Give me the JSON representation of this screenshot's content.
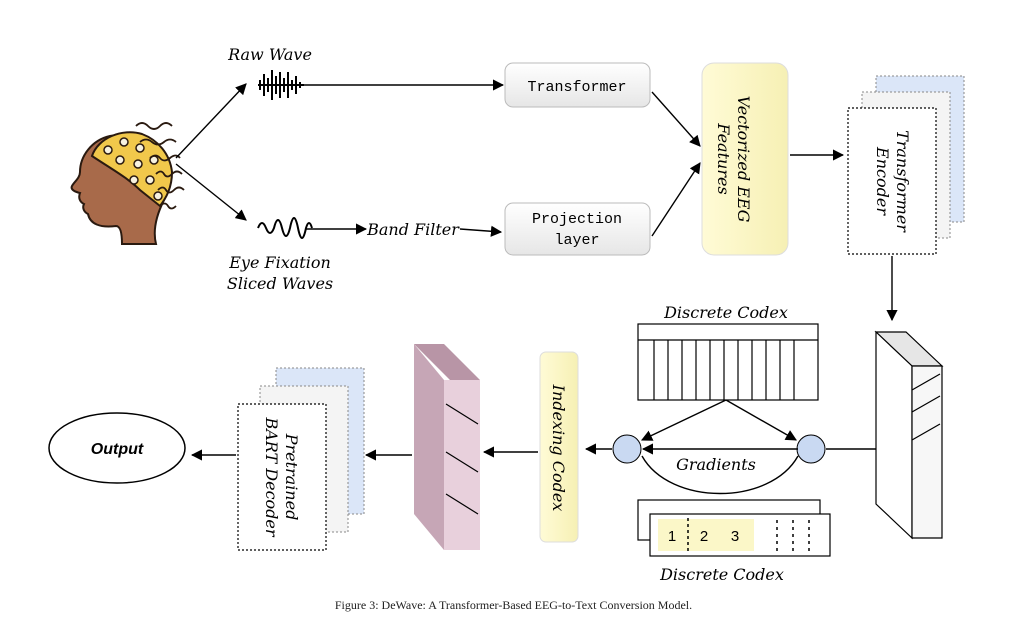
{
  "labels": {
    "raw_wave": "Raw Wave",
    "eye_fixation_line1": "Eye Fixation",
    "eye_fixation_line2": "Sliced Waves",
    "band_filter": "Band Filter",
    "transformer": "Transformer",
    "projection_line1": "Projection",
    "projection_line2": "layer",
    "vectorized_line1": "Vectorized EEG",
    "vectorized_line2": "Features",
    "encoder_line1": "Transformer",
    "encoder_line2": "Encoder",
    "discrete_codex_top": "Discrete Codex",
    "discrete_codex_bottom": "Discrete Codex",
    "gradients": "Gradients",
    "indexing_codex": "Indexing Codex",
    "decoder_line1": "Pretrained",
    "decoder_line2": "BART Decoder",
    "output": "Output",
    "index_1": "1",
    "index_2": "2",
    "index_3": "3"
  },
  "caption": "Figure 3: DeWave: A Transformer-Based EEG-to-Text Conversion Model.",
  "colors": {
    "node_fill": "#f0f0f0",
    "feature_fill": "#fbf7c8",
    "stack_blue": "#dbe6f8",
    "codebook_fill": "#f3f3f3",
    "mauve_front": "#e8d0dc",
    "mauve_side": "#c6a6b6",
    "circle_fill": "#c9d9f2",
    "skin": "#a86a4a",
    "cap": "#f1c84b"
  }
}
